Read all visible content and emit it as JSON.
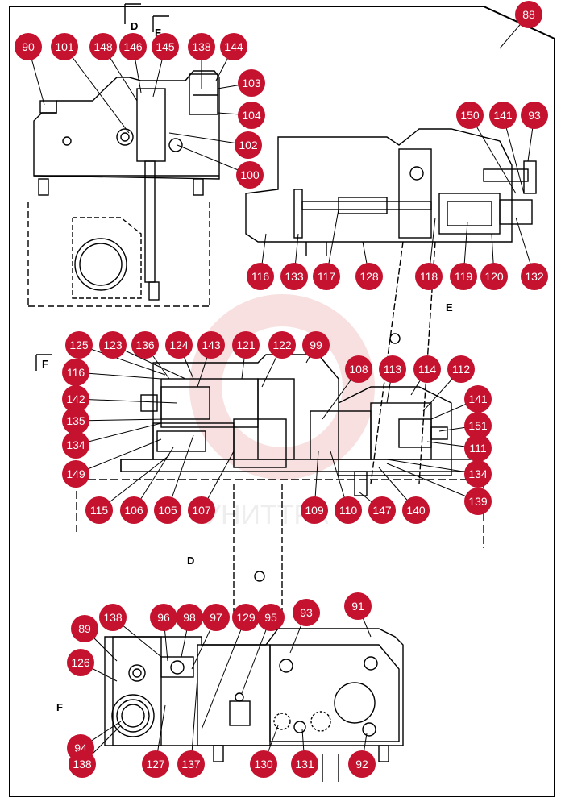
{
  "view_labels": {
    "D_top": "D",
    "F_top": "F",
    "E": "E",
    "F_mid": "F",
    "D_mid": "D",
    "F_bottom": "F"
  },
  "watermark_text": "УНИТТРА",
  "colors": {
    "bubble": "#c4122f",
    "bubble_text": "#ffffff",
    "line": "#000000",
    "watermark": "#f3c7c7"
  },
  "callouts": [
    "88",
    "90",
    "101",
    "148",
    "146",
    "145",
    "138",
    "144",
    "103",
    "104",
    "102",
    "100",
    "150",
    "141",
    "93",
    "116",
    "133",
    "117",
    "128",
    "118",
    "119",
    "120",
    "132",
    "125",
    "123",
    "136",
    "124",
    "143",
    "121",
    "122",
    "99",
    "116",
    "142",
    "135",
    "134",
    "149",
    "115",
    "106",
    "105",
    "107",
    "108",
    "113",
    "114",
    "112",
    "141",
    "151",
    "111",
    "134",
    "139",
    "109",
    "110",
    "147",
    "140",
    "89",
    "138",
    "96",
    "98",
    "97",
    "129",
    "95",
    "93",
    "91",
    "126",
    "94",
    "127",
    "137",
    "130",
    "131",
    "92",
    "138"
  ]
}
